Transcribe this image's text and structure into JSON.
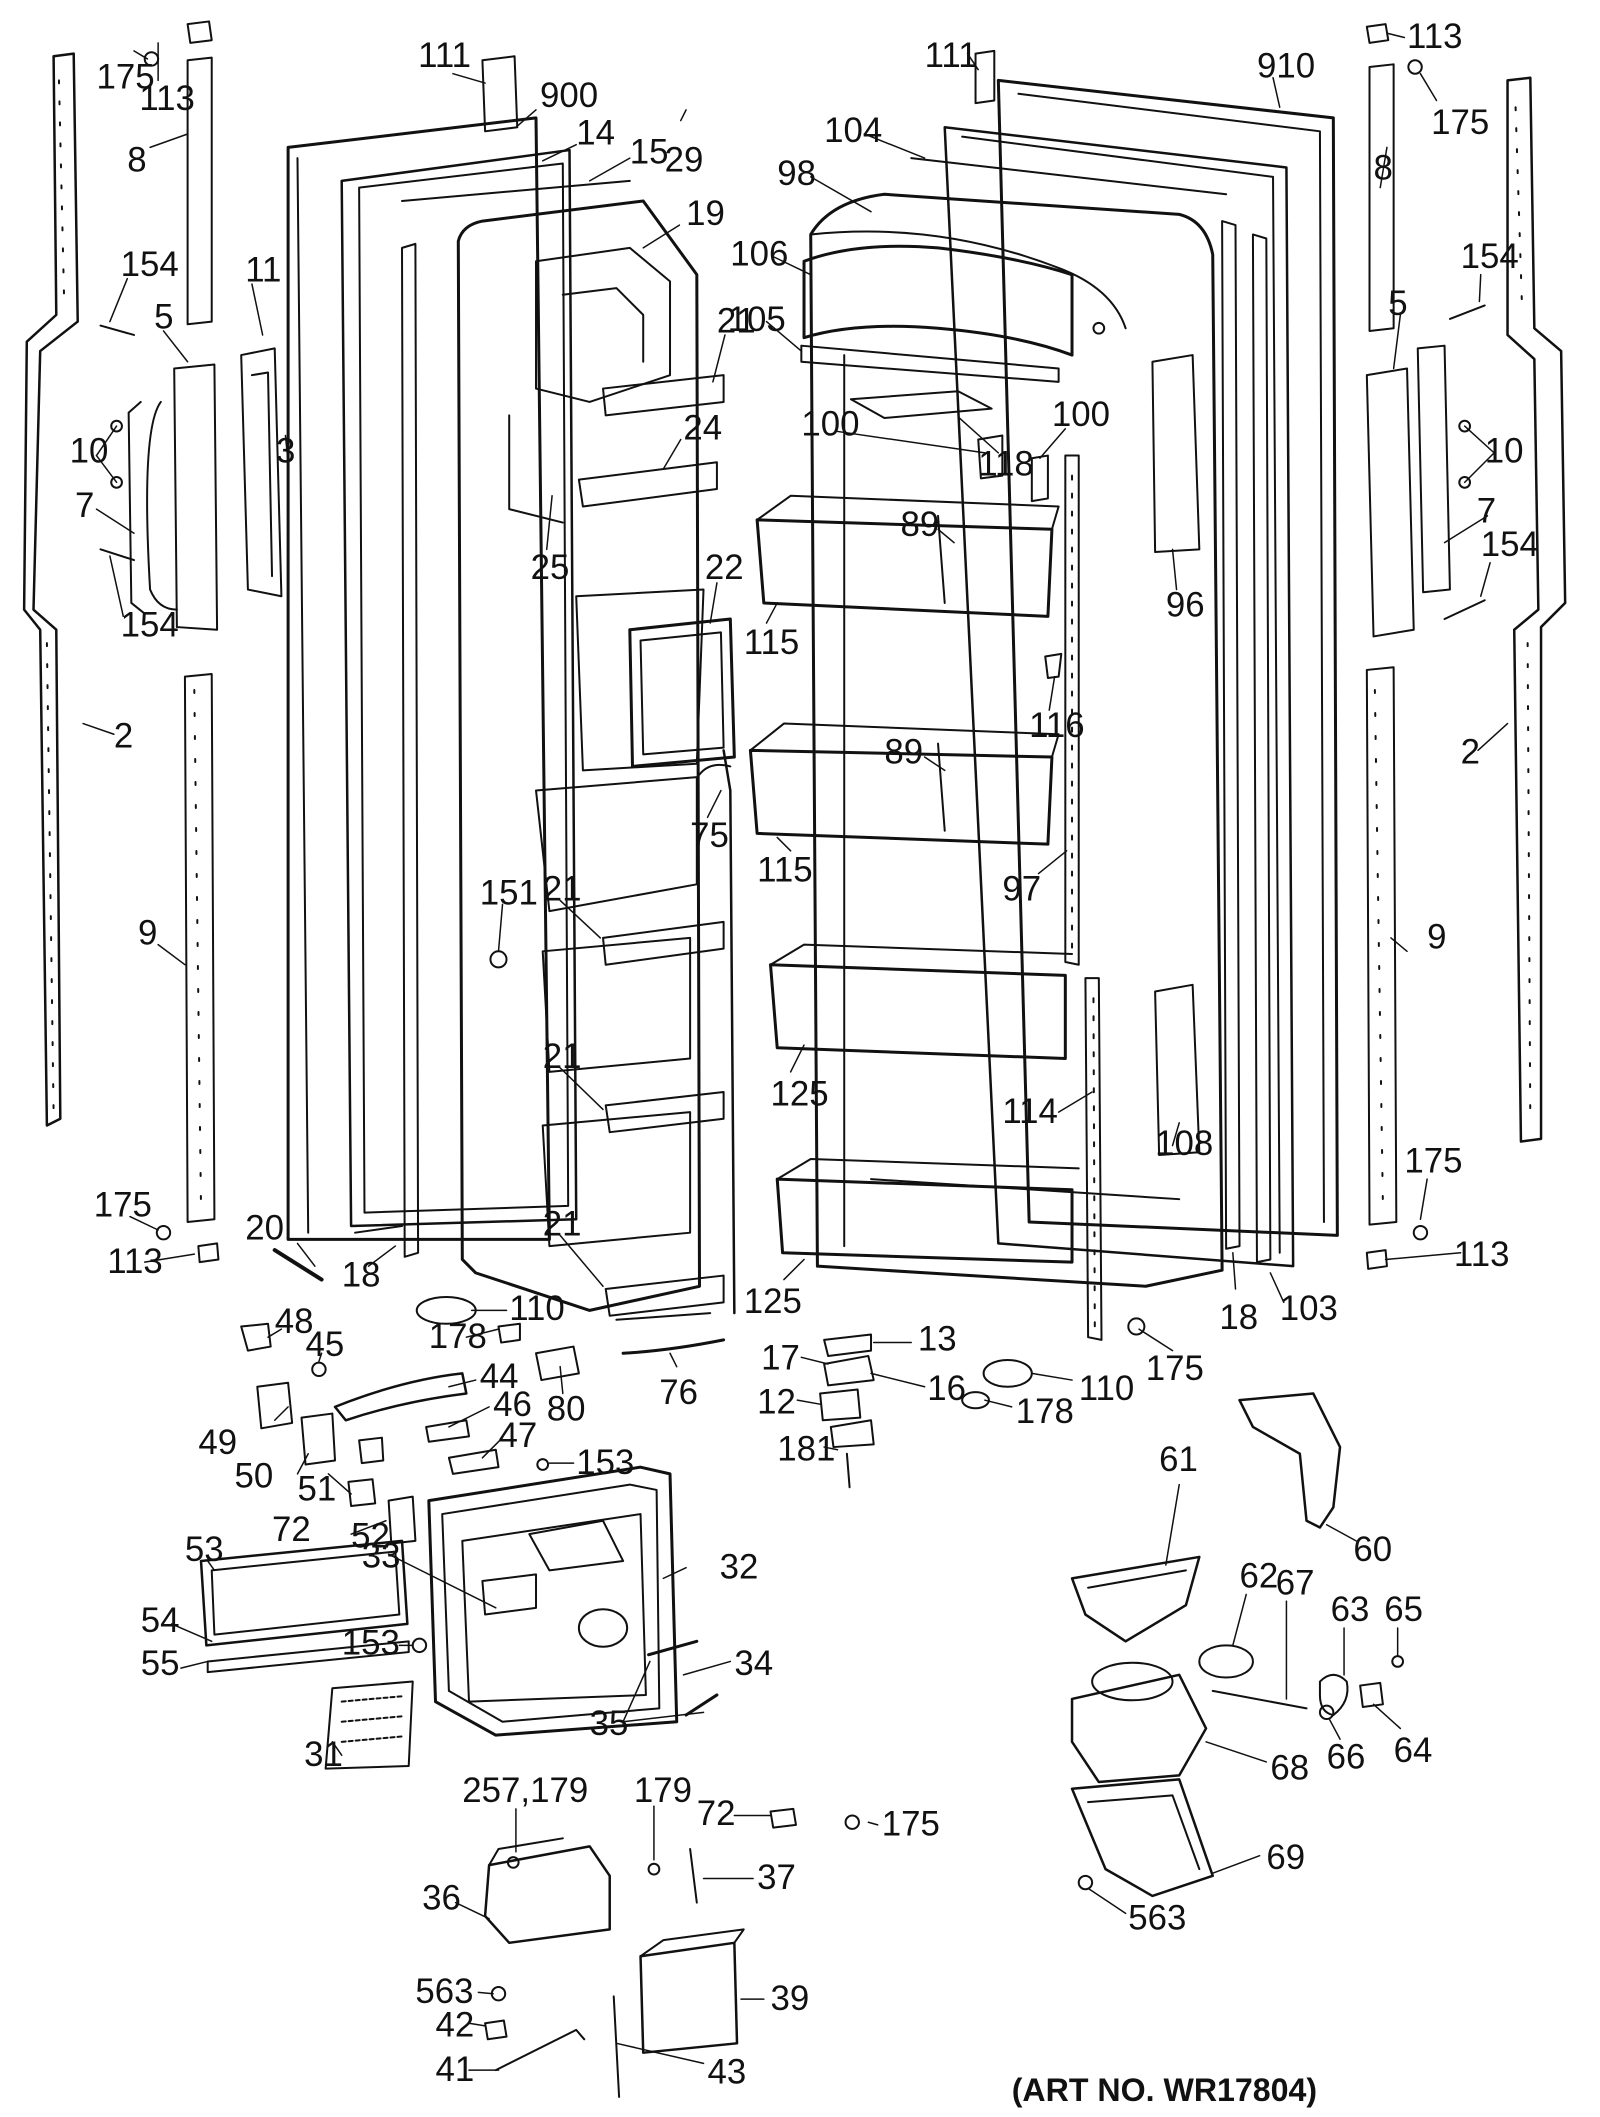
{
  "art_number": "(ART NO. WR17804)",
  "colors": {
    "ink": "#111111",
    "paper": "#ffffff"
  },
  "labels": [
    {
      "id": "l175a",
      "text": "175"
    },
    {
      "id": "l113a",
      "text": "113"
    },
    {
      "id": "l8a",
      "text": "8"
    },
    {
      "id": "l111a",
      "text": "111"
    },
    {
      "id": "l900",
      "text": "900"
    },
    {
      "id": "l14",
      "text": "14"
    },
    {
      "id": "l15",
      "text": "15"
    },
    {
      "id": "l29",
      "text": "29"
    },
    {
      "id": "l19",
      "text": "19"
    },
    {
      "id": "l11",
      "text": "11"
    },
    {
      "id": "l154a",
      "text": "154"
    },
    {
      "id": "l5a",
      "text": "5"
    },
    {
      "id": "l10a",
      "text": "10"
    },
    {
      "id": "l3",
      "text": "3"
    },
    {
      "id": "l7a",
      "text": "7"
    },
    {
      "id": "l154b",
      "text": "154"
    },
    {
      "id": "l2a",
      "text": "2"
    },
    {
      "id": "l9a",
      "text": "9"
    },
    {
      "id": "l21a",
      "text": "21"
    },
    {
      "id": "l24",
      "text": "24"
    },
    {
      "id": "l25",
      "text": "25"
    },
    {
      "id": "l22",
      "text": "22"
    },
    {
      "id": "l21b",
      "text": "21"
    },
    {
      "id": "l21c",
      "text": "21"
    },
    {
      "id": "l21d",
      "text": "21"
    },
    {
      "id": "l151",
      "text": "151"
    },
    {
      "id": "l75",
      "text": "75"
    },
    {
      "id": "l175b",
      "text": "175"
    },
    {
      "id": "l113b",
      "text": "113"
    },
    {
      "id": "l20",
      "text": "20"
    },
    {
      "id": "l18a",
      "text": "18"
    },
    {
      "id": "l110a",
      "text": "110"
    },
    {
      "id": "l178a",
      "text": "178"
    },
    {
      "id": "l48",
      "text": "48"
    },
    {
      "id": "l45",
      "text": "45"
    },
    {
      "id": "l44",
      "text": "44"
    },
    {
      "id": "l80",
      "text": "80"
    },
    {
      "id": "l76",
      "text": "76"
    },
    {
      "id": "l46",
      "text": "46"
    },
    {
      "id": "l49",
      "text": "49"
    },
    {
      "id": "l47",
      "text": "47"
    },
    {
      "id": "l153a",
      "text": "153"
    },
    {
      "id": "l50",
      "text": "50"
    },
    {
      "id": "l51",
      "text": "51"
    },
    {
      "id": "l72a",
      "text": "72"
    },
    {
      "id": "l52",
      "text": "52"
    },
    {
      "id": "l53",
      "text": "53"
    },
    {
      "id": "l33",
      "text": "33"
    },
    {
      "id": "l32",
      "text": "32"
    },
    {
      "id": "l54",
      "text": "54"
    },
    {
      "id": "l55",
      "text": "55"
    },
    {
      "id": "l153b",
      "text": "153"
    },
    {
      "id": "l34",
      "text": "34"
    },
    {
      "id": "l31",
      "text": "31"
    },
    {
      "id": "l35",
      "text": "35"
    },
    {
      "id": "l257",
      "text": "257,179"
    },
    {
      "id": "l179",
      "text": "179"
    },
    {
      "id": "l72b",
      "text": "72"
    },
    {
      "id": "l175c",
      "text": "175"
    },
    {
      "id": "l37",
      "text": "37"
    },
    {
      "id": "l36",
      "text": "36"
    },
    {
      "id": "l563a",
      "text": "563"
    },
    {
      "id": "l39",
      "text": "39"
    },
    {
      "id": "l42",
      "text": "42"
    },
    {
      "id": "l41",
      "text": "41"
    },
    {
      "id": "l43",
      "text": "43"
    },
    {
      "id": "l111b",
      "text": "111"
    },
    {
      "id": "l910",
      "text": "910"
    },
    {
      "id": "l113c",
      "text": "113"
    },
    {
      "id": "l175d",
      "text": "175"
    },
    {
      "id": "l104",
      "text": "104"
    },
    {
      "id": "l98",
      "text": "98"
    },
    {
      "id": "l8b",
      "text": "8"
    },
    {
      "id": "l106",
      "text": "106"
    },
    {
      "id": "l154c",
      "text": "154"
    },
    {
      "id": "l5b",
      "text": "5"
    },
    {
      "id": "l105",
      "text": "105"
    },
    {
      "id": "l100a",
      "text": "100"
    },
    {
      "id": "l100b",
      "text": "100"
    },
    {
      "id": "l118",
      "text": "118"
    },
    {
      "id": "l10b",
      "text": "10"
    },
    {
      "id": "l89a",
      "text": "89"
    },
    {
      "id": "l7b",
      "text": "7"
    },
    {
      "id": "l154d",
      "text": "154"
    },
    {
      "id": "l96",
      "text": "96"
    },
    {
      "id": "l115a",
      "text": "115"
    },
    {
      "id": "l116",
      "text": "116"
    },
    {
      "id": "l89b",
      "text": "89"
    },
    {
      "id": "l2b",
      "text": "2"
    },
    {
      "id": "l115b",
      "text": "115"
    },
    {
      "id": "l97",
      "text": "97"
    },
    {
      "id": "l9b",
      "text": "9"
    },
    {
      "id": "l125a",
      "text": "125"
    },
    {
      "id": "l114",
      "text": "114"
    },
    {
      "id": "l108",
      "text": "108"
    },
    {
      "id": "l175e",
      "text": "175"
    },
    {
      "id": "l113d",
      "text": "113"
    },
    {
      "id": "l125b",
      "text": "125"
    },
    {
      "id": "l18b",
      "text": "18"
    },
    {
      "id": "l103",
      "text": "103"
    },
    {
      "id": "l13",
      "text": "13"
    },
    {
      "id": "l17",
      "text": "17"
    },
    {
      "id": "l16",
      "text": "16"
    },
    {
      "id": "l175f",
      "text": "175"
    },
    {
      "id": "l110b",
      "text": "110"
    },
    {
      "id": "l12",
      "text": "12"
    },
    {
      "id": "l178b",
      "text": "178"
    },
    {
      "id": "l181",
      "text": "181"
    },
    {
      "id": "l60",
      "text": "60"
    },
    {
      "id": "l61",
      "text": "61"
    },
    {
      "id": "l62",
      "text": "62"
    },
    {
      "id": "l67",
      "text": "67"
    },
    {
      "id": "l63",
      "text": "63"
    },
    {
      "id": "l65",
      "text": "65"
    },
    {
      "id": "l66",
      "text": "66"
    },
    {
      "id": "l64",
      "text": "64"
    },
    {
      "id": "l68",
      "text": "68"
    },
    {
      "id": "l69",
      "text": "69"
    },
    {
      "id": "l563b",
      "text": "563"
    }
  ]
}
